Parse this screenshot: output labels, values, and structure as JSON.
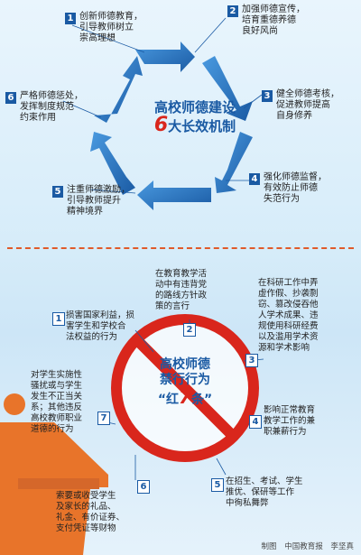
{
  "top": {
    "title_line1": "高校师德建设",
    "title_number": "6",
    "title_line2": "大长效机制",
    "items": [
      {
        "n": "1",
        "lines": [
          "创新师德教育，",
          "引导教师树立",
          "崇高理想"
        ]
      },
      {
        "n": "2",
        "lines": [
          "加强师德宣传，",
          "培育重德养德",
          "良好风尚"
        ]
      },
      {
        "n": "3",
        "lines": [
          "健全师德考核，",
          "促进教师提高",
          "自身修养"
        ]
      },
      {
        "n": "4",
        "lines": [
          "强化师德监督，",
          "有效防止师德",
          "失范行为"
        ]
      },
      {
        "n": "5",
        "lines": [
          "注重师德激励，",
          "引导教师提升",
          "精神境界"
        ]
      },
      {
        "n": "6",
        "lines": [
          "严格师德惩处，",
          "发挥制度规范",
          "约束作用"
        ]
      }
    ]
  },
  "bottom": {
    "title_line1": "高校师德",
    "title_line2": "禁行行为",
    "title_line3_pre": "“红",
    "title_number": "7",
    "title_line3_post": "条”",
    "items": [
      {
        "n": "1",
        "lines": [
          "损害国家利益，损",
          "害学生和学校合",
          "法权益的行为"
        ]
      },
      {
        "n": "2",
        "lines": [
          "在教育教学活",
          "动中有违背党",
          "的路线方针政",
          "策的言行"
        ]
      },
      {
        "n": "3",
        "lines": [
          "在科研工作中弄",
          "虚作假、抄袭剽",
          "窃、篡改侵吞他",
          "人学术成果、违",
          "规使用科研经费",
          "以及滥用学术资",
          "源和学术影响"
        ]
      },
      {
        "n": "4",
        "lines": [
          "影响正常教育",
          "教学工作的兼",
          "职兼薪行为"
        ]
      },
      {
        "n": "5",
        "lines": [
          "在招生、考试、学生",
          "推优、保研等工作",
          "中徇私舞弊"
        ]
      },
      {
        "n": "6",
        "lines": [
          "索要或收受学生",
          "及家长的礼品、",
          "礼金、有价证券、",
          "支付凭证等财物"
        ]
      },
      {
        "n": "7",
        "lines": [
          "对学生实施性",
          "骚扰或与学生",
          "发生不正当关",
          "系；其他违反",
          "高校教师职业",
          "道德的行为"
        ]
      }
    ]
  },
  "credits": {
    "label": "制图",
    "source": "中国教育报",
    "author": "李坚真"
  },
  "colors": {
    "blue": "#1a5aa3",
    "light_blue": "#2f7fd0",
    "red": "#d9261c",
    "orange": "#e8742a"
  }
}
